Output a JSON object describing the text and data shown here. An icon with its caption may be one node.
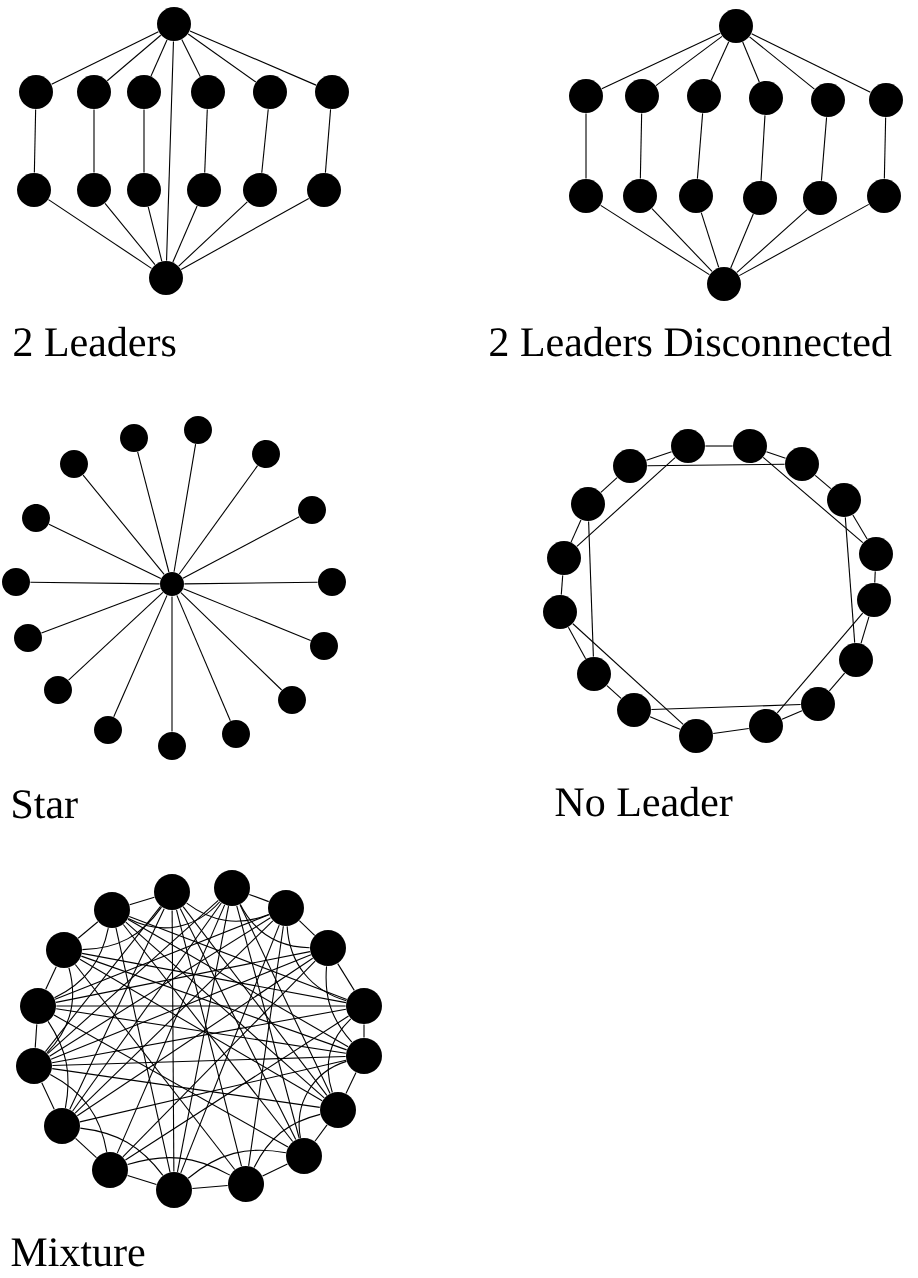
{
  "diagram": {
    "nodes": [
      {
        "text": [],
        "shape": "circle"
      },
      {
        "text": [],
        "shape": "circle"
      },
      {
        "text": [],
        "shape": "circle"
      },
      {
        "text": [],
        "shape": "circle"
      },
      {
        "text": [],
        "shape": "circle"
      },
      {
        "text": [],
        "shape": "circle"
      },
      {
        "text": [],
        "shape": "circle"
      },
      {
        "text": [],
        "shape": "circle"
      },
      {
        "text": [],
        "shape": "circle"
      },
      {
        "text": [],
        "shape": "circle"
      },
      {
        "text": [],
        "shape": "circle"
      },
      {
        "text": [],
        "shape": "circle"
      },
      {
        "text": [],
        "shape": "circle"
      },
      {
        "text": [],
        "shape": "circle"
      },
      {
        "text": [],
        "shape": "circle"
      },
      {
        "text": [],
        "shape": "circle"
      },
      {
        "text": [],
        "shape": "circle"
      },
      {
        "text": [],
        "shape": "circle"
      },
      {
        "text": [],
        "shape": "circle"
      },
      {
        "text": [],
        "shape": "circle"
      },
      {
        "text": [],
        "shape": "circle"
      },
      {
        "text": [],
        "shape": "circle"
      },
      {
        "text": [],
        "shape": "circle"
      },
      {
        "text": [],
        "shape": "circle"
      },
      {
        "text": [],
        "shape": "circle"
      },
      {
        "text": [],
        "shape": "circle"
      },
      {
        "text": [],
        "shape": "circle"
      },
      {
        "text": [],
        "shape": "circle"
      },
      {
        "text": [],
        "shape": "circle"
      },
      {
        "text": [],
        "shape": "circle"
      },
      {
        "text": [],
        "shape": "circle"
      },
      {
        "text": [],
        "shape": "circle"
      },
      {
        "text": [],
        "shape": "circle"
      },
      {
        "text": [],
        "shape": "circle"
      },
      {
        "text": [],
        "shape": "circle"
      },
      {
        "text": [],
        "shape": "circle"
      },
      {
        "text": [],
        "shape": "circle"
      },
      {
        "text": [],
        "shape": "circle"
      },
      {
        "text": [],
        "shape": "circle"
      },
      {
        "text": [],
        "shape": "circle"
      },
      {
        "text": [],
        "shape": "circle"
      },
      {
        "text": [],
        "shape": "circle"
      },
      {
        "text": [],
        "shape": "circle"
      },
      {
        "text": [],
        "shape": "circle"
      },
      {
        "text": [],
        "shape": "circle"
      },
      {
        "text": [],
        "shape": "circle"
      },
      {
        "text": [],
        "shape": "circle"
      },
      {
        "text": [],
        "shape": "circle"
      },
      {
        "text": [],
        "shape": "circle"
      },
      {
        "text": [],
        "shape": "circle"
      },
      {
        "text": [],
        "shape": "circle"
      },
      {
        "text": [],
        "shape": "circle"
      },
      {
        "text": [],
        "shape": "circle"
      },
      {
        "text": [],
        "shape": "circle"
      },
      {
        "text": [],
        "shape": "circle"
      },
      {
        "text": [],
        "shape": "circle"
      },
      {
        "text": [],
        "shape": "circle"
      },
      {
        "text": [],
        "shape": "circle"
      },
      {
        "text": [],
        "shape": "circle"
      },
      {
        "text": [],
        "shape": "circle"
      },
      {
        "text": [],
        "shape": "circle"
      },
      {
        "text": [],
        "shape": "circle"
      },
      {
        "text": [],
        "shape": "circle"
      },
      {
        "text": [],
        "shape": "circle"
      },
      {
        "text": [],
        "shape": "circle"
      },
      {
        "text": [],
        "shape": "circle"
      },
      {
        "text": [],
        "shape": "circle"
      },
      {
        "text": [],
        "shape": "circle"
      },
      {
        "text": [],
        "shape": "circle"
      },
      {
        "text": [],
        "shape": "circle"
      },
      {
        "text": [],
        "shape": "circle"
      },
      {
        "text": [],
        "shape": "circle"
      },
      {
        "text": [],
        "shape": "circle"
      },
      {
        "text": [],
        "shape": "circle"
      },
      {
        "text": [],
        "shape": "circle"
      },
      {
        "text": [],
        "shape": "circle"
      }
    ],
    "edges": [
      {
        "from": 0,
        "to": 1,
        "arrow": "none"
      },
      {
        "from": 0,
        "to": 2,
        "arrow": "none"
      },
      {
        "from": 0,
        "to": 3,
        "arrow": "none"
      },
      {
        "from": 0,
        "to": 4,
        "arrow": "none"
      },
      {
        "from": 0,
        "to": 5,
        "arrow": "none"
      },
      {
        "from": 0,
        "to": 6,
        "arrow": "none"
      },
      {
        "from": 0,
        "to": 13,
        "arrow": "none"
      },
      {
        "from": 1,
        "to": 7,
        "arrow": "none"
      },
      {
        "from": 2,
        "to": 8,
        "arrow": "none"
      },
      {
        "from": 3,
        "to": 9,
        "arrow": "none"
      },
      {
        "from": 4,
        "to": 10,
        "arrow": "none"
      },
      {
        "from": 5,
        "to": 11,
        "arrow": "none"
      },
      {
        "from": 6,
        "to": 12,
        "arrow": "none"
      },
      {
        "from": 7,
        "to": 13,
        "arrow": "none"
      },
      {
        "from": 8,
        "to": 13,
        "arrow": "none"
      },
      {
        "from": 9,
        "to": 13,
        "arrow": "none"
      },
      {
        "from": 10,
        "to": 13,
        "arrow": "none"
      },
      {
        "from": 11,
        "to": 13,
        "arrow": "none"
      },
      {
        "from": 12,
        "to": 13,
        "arrow": "none"
      },
      {
        "from": 14,
        "to": 15,
        "arrow": "none"
      },
      {
        "from": 14,
        "to": 16,
        "arrow": "none"
      },
      {
        "from": 14,
        "to": 17,
        "arrow": "none"
      },
      {
        "from": 14,
        "to": 18,
        "arrow": "none"
      },
      {
        "from": 14,
        "to": 19,
        "arrow": "none"
      },
      {
        "from": 14,
        "to": 20,
        "arrow": "none"
      },
      {
        "from": 15,
        "to": 21,
        "arrow": "none"
      },
      {
        "from": 16,
        "to": 22,
        "arrow": "none"
      },
      {
        "from": 17,
        "to": 23,
        "arrow": "none"
      },
      {
        "from": 18,
        "to": 24,
        "arrow": "none"
      },
      {
        "from": 19,
        "to": 25,
        "arrow": "none"
      },
      {
        "from": 20,
        "to": 26,
        "arrow": "none"
      },
      {
        "from": 21,
        "to": 27,
        "arrow": "none"
      },
      {
        "from": 22,
        "to": 27,
        "arrow": "none"
      },
      {
        "from": 23,
        "to": 27,
        "arrow": "none"
      },
      {
        "from": 24,
        "to": 27,
        "arrow": "none"
      },
      {
        "from": 25,
        "to": 27,
        "arrow": "none"
      },
      {
        "from": 26,
        "to": 27,
        "arrow": "none"
      },
      {
        "from": 28,
        "to": 29,
        "arrow": "none"
      },
      {
        "from": 28,
        "to": 30,
        "arrow": "none"
      },
      {
        "from": 28,
        "to": 31,
        "arrow": "none"
      },
      {
        "from": 28,
        "to": 32,
        "arrow": "none"
      },
      {
        "from": 28,
        "to": 33,
        "arrow": "none"
      },
      {
        "from": 28,
        "to": 34,
        "arrow": "none"
      },
      {
        "from": 28,
        "to": 35,
        "arrow": "none"
      },
      {
        "from": 28,
        "to": 36,
        "arrow": "none"
      },
      {
        "from": 28,
        "to": 37,
        "arrow": "none"
      },
      {
        "from": 28,
        "to": 38,
        "arrow": "none"
      },
      {
        "from": 28,
        "to": 39,
        "arrow": "none"
      },
      {
        "from": 28,
        "to": 40,
        "arrow": "none"
      },
      {
        "from": 28,
        "to": 41,
        "arrow": "none"
      },
      {
        "from": 28,
        "to": 42,
        "arrow": "none"
      },
      {
        "from": 28,
        "to": 43,
        "arrow": "none"
      },
      {
        "from": 44,
        "to": 45,
        "arrow": "none"
      },
      {
        "from": 45,
        "to": 46,
        "arrow": "none"
      },
      {
        "from": 46,
        "to": 47,
        "arrow": "none"
      },
      {
        "from": 47,
        "to": 48,
        "arrow": "none"
      },
      {
        "from": 48,
        "to": 49,
        "arrow": "none"
      },
      {
        "from": 49,
        "to": 50,
        "arrow": "none"
      },
      {
        "from": 50,
        "to": 51,
        "arrow": "none"
      },
      {
        "from": 51,
        "to": 52,
        "arrow": "none"
      },
      {
        "from": 52,
        "to": 53,
        "arrow": "none"
      },
      {
        "from": 53,
        "to": 54,
        "arrow": "none"
      },
      {
        "from": 54,
        "to": 55,
        "arrow": "none"
      },
      {
        "from": 55,
        "to": 56,
        "arrow": "none"
      },
      {
        "from": 56,
        "to": 57,
        "arrow": "none"
      },
      {
        "from": 57,
        "to": 58,
        "arrow": "none"
      },
      {
        "from": 58,
        "to": 59,
        "arrow": "none"
      },
      {
        "from": 59,
        "to": 44,
        "arrow": "none"
      },
      {
        "from": 44,
        "to": 57,
        "arrow": "none"
      },
      {
        "from": 45,
        "to": 48,
        "arrow": "none"
      },
      {
        "from": 46,
        "to": 59,
        "arrow": "none"
      },
      {
        "from": 47,
        "to": 50,
        "arrow": "none"
      },
      {
        "from": 49,
        "to": 52,
        "arrow": "none"
      },
      {
        "from": 51,
        "to": 54,
        "arrow": "none"
      },
      {
        "from": 53,
        "to": 56,
        "arrow": "none"
      },
      {
        "from": 55,
        "to": 58,
        "arrow": "none"
      },
      {
        "from": 61,
        "to": 62,
        "arrow": "none"
      },
      {
        "from": 62,
        "to": 63,
        "arrow": "none"
      },
      {
        "from": 63,
        "to": 64,
        "arrow": "none"
      },
      {
        "from": 64,
        "to": 65,
        "arrow": "none"
      },
      {
        "from": 65,
        "to": 66,
        "arrow": "none"
      },
      {
        "from": 66,
        "to": 67,
        "arrow": "none"
      },
      {
        "from": 67,
        "to": 68,
        "arrow": "none"
      },
      {
        "from": 68,
        "to": 69,
        "arrow": "none"
      },
      {
        "from": 69,
        "to": 70,
        "arrow": "none"
      },
      {
        "from": 70,
        "to": 71,
        "arrow": "none"
      },
      {
        "from": 71,
        "to": 72,
        "arrow": "none"
      },
      {
        "from": 72,
        "to": 73,
        "arrow": "none"
      },
      {
        "from": 73,
        "to": 74,
        "arrow": "none"
      },
      {
        "from": 74,
        "to": 75,
        "arrow": "none"
      },
      {
        "from": 75,
        "to": 60,
        "arrow": "none"
      },
      {
        "from": 60,
        "to": 62,
        "arrow": "none"
      },
      {
        "from": 61,
        "to": 63,
        "arrow": "none"
      },
      {
        "from": 62,
        "to": 64,
        "arrow": "none"
      },
      {
        "from": 63,
        "to": 65,
        "arrow": "none"
      },
      {
        "from": 64,
        "to": 66,
        "arrow": "none"
      },
      {
        "from": 65,
        "to": 67,
        "arrow": "none"
      },
      {
        "from": 66,
        "to": 68,
        "arrow": "none"
      },
      {
        "from": 67,
        "to": 69,
        "arrow": "none"
      },
      {
        "from": 68,
        "to": 70,
        "arrow": "none"
      },
      {
        "from": 69,
        "to": 71,
        "arrow": "none"
      },
      {
        "from": 70,
        "to": 72,
        "arrow": "none"
      },
      {
        "from": 71,
        "to": 73,
        "arrow": "none"
      },
      {
        "from": 72,
        "to": 74,
        "arrow": "none"
      },
      {
        "from": 73,
        "to": 75,
        "arrow": "none"
      },
      {
        "from": 74,
        "to": 60,
        "arrow": "none"
      },
      {
        "from": 75,
        "to": 61,
        "arrow": "none"
      },
      {
        "from": 60,
        "to": 69,
        "arrow": "none"
      },
      {
        "from": 60,
        "to": 68,
        "arrow": "none"
      },
      {
        "from": 60,
        "to": 67,
        "arrow": "none"
      },
      {
        "from": 60,
        "to": 66,
        "arrow": "none"
      },
      {
        "from": 60,
        "to": 72,
        "arrow": "none"
      },
      {
        "from": 60,
        "to": 71,
        "arrow": "none"
      },
      {
        "from": 61,
        "to": 70,
        "arrow": "none"
      },
      {
        "from": 61,
        "to": 71,
        "arrow": "none"
      },
      {
        "from": 61,
        "to": 72,
        "arrow": "none"
      },
      {
        "from": 61,
        "to": 69,
        "arrow": "none"
      },
      {
        "from": 61,
        "to": 66,
        "arrow": "none"
      },
      {
        "from": 61,
        "to": 67,
        "arrow": "none"
      },
      {
        "from": 62,
        "to": 71,
        "arrow": "none"
      },
      {
        "from": 62,
        "to": 72,
        "arrow": "none"
      },
      {
        "from": 62,
        "to": 73,
        "arrow": "none"
      },
      {
        "from": 62,
        "to": 69,
        "arrow": "none"
      },
      {
        "from": 62,
        "to": 68,
        "arrow": "none"
      },
      {
        "from": 75,
        "to": 67,
        "arrow": "none"
      },
      {
        "from": 75,
        "to": 66,
        "arrow": "none"
      },
      {
        "from": 75,
        "to": 65,
        "arrow": "none"
      },
      {
        "from": 75,
        "to": 64,
        "arrow": "none"
      },
      {
        "from": 75,
        "to": 69,
        "arrow": "none"
      },
      {
        "from": 74,
        "to": 64,
        "arrow": "none"
      },
      {
        "from": 74,
        "to": 65,
        "arrow": "none"
      },
      {
        "from": 74,
        "to": 66,
        "arrow": "none"
      },
      {
        "from": 74,
        "to": 68,
        "arrow": "none"
      },
      {
        "from": 63,
        "to": 72,
        "arrow": "none"
      },
      {
        "from": 63,
        "to": 71,
        "arrow": "none"
      },
      {
        "from": 63,
        "to": 70,
        "arrow": "none"
      },
      {
        "from": 63,
        "to": 73,
        "arrow": "none"
      },
      {
        "from": 73,
        "to": 64,
        "arrow": "none"
      },
      {
        "from": 73,
        "to": 65,
        "arrow": "none"
      },
      {
        "from": 73,
        "to": 67,
        "arrow": "none"
      },
      {
        "from": 64,
        "to": 72,
        "arrow": "none"
      },
      {
        "from": 64,
        "to": 70,
        "arrow": "none"
      },
      {
        "from": 72,
        "to": 65,
        "arrow": "none"
      },
      {
        "from": 72,
        "to": 66,
        "arrow": "none"
      },
      {
        "from": 65,
        "to": 71,
        "arrow": "none"
      }
    ],
    "labels": [
      "2 Leaders",
      "2 Leaders Disconnected",
      "Star",
      "No Leader",
      "Mixture"
    ]
  }
}
